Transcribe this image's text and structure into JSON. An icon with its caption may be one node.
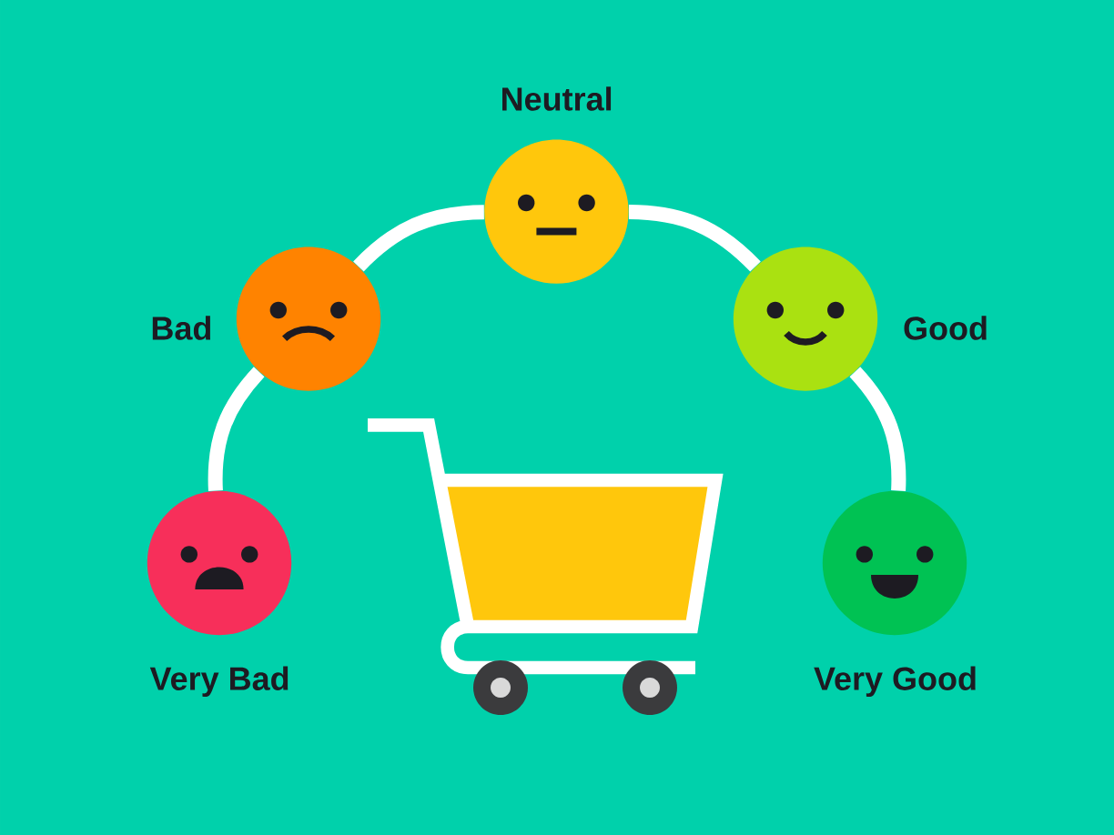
{
  "diagram": {
    "nodes": [
      {
        "text": [
          "Very Bad"
        ]
      },
      {
        "text": [
          "Bad"
        ]
      },
      {
        "text": [
          "Neutral"
        ]
      },
      {
        "text": [
          "Good"
        ]
      },
      {
        "text": [
          "Very Good"
        ]
      }
    ],
    "edges": [
      {
        "from": 0,
        "to": 1,
        "arrow": "none"
      },
      {
        "from": 1,
        "to": 2,
        "arrow": "none"
      },
      {
        "from": 2,
        "to": 3,
        "arrow": "none"
      },
      {
        "from": 3,
        "to": 4,
        "arrow": "none"
      }
    ]
  }
}
